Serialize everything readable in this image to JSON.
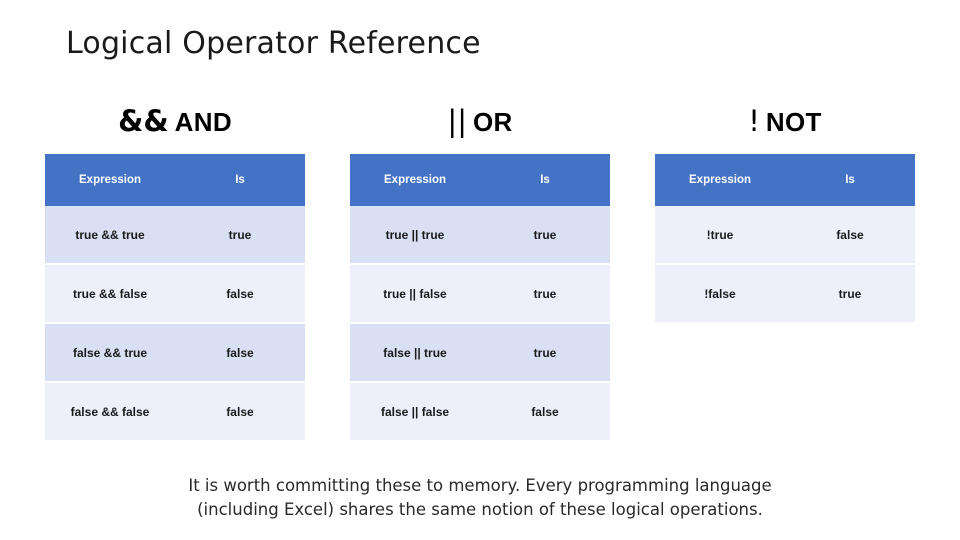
{
  "slide": {
    "title": "Logical Operator Reference",
    "footer_line1": "It is worth committing these to memory. Every programming language",
    "footer_line2": "(including Excel) shares the same notion of these logical operations.",
    "accent_header_color": "#4472C4",
    "row_color_odd": "#D9E0F3",
    "row_color_even": "#EDF0FA"
  },
  "tables": [
    {
      "symbol": "&&",
      "name": "AND",
      "columns": [
        "Expression",
        "Is"
      ],
      "rows": [
        [
          "true && true",
          "true"
        ],
        [
          "true && false",
          "false"
        ],
        [
          "false && true",
          "false"
        ],
        [
          "false && false",
          "false"
        ]
      ]
    },
    {
      "symbol": "||",
      "name": "OR",
      "columns": [
        "Expression",
        "Is"
      ],
      "rows": [
        [
          "true || true",
          "true"
        ],
        [
          "true || false",
          "true"
        ],
        [
          "false || true",
          "true"
        ],
        [
          "false || false",
          "false"
        ]
      ]
    },
    {
      "symbol": "!",
      "name": "NOT",
      "columns": [
        "Expression",
        "Is"
      ],
      "rows": [
        [
          "!true",
          "false"
        ],
        [
          "!false",
          "true"
        ]
      ]
    }
  ]
}
